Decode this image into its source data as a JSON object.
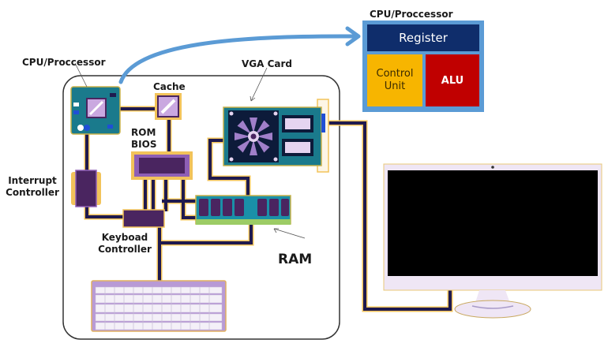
{
  "diagram": {
    "labels": {
      "cpu_left": "CPU/Proccessor",
      "cache": "Cache",
      "vga_card": "VGA Card",
      "rom_bios_line1": "ROM",
      "rom_bios_line2": "BIOS",
      "interrupt_line1": "Interrupt",
      "interrupt_line2": "Controller",
      "keyboard_line1": "Keyboad",
      "keyboard_line2": "Controller",
      "ram": "RAM"
    },
    "cpu_detail": {
      "title": "CPU/Proccessor",
      "register": "Register",
      "control_unit_line1": "Control",
      "control_unit_line2": "Unit",
      "alu": "ALU"
    },
    "colors": {
      "bus": "#1f1a4f",
      "bus_outline": "#f2c35a",
      "chip": "#4a2560",
      "chip_border": "#8e5fb5",
      "pins": "#f2c35a",
      "pcb": "#1a7a8c",
      "arrow": "#5b9bd5",
      "register": "#0f2d6b",
      "control_unit": "#f7b500",
      "alu": "#c00000",
      "monitor_screen": "#000000",
      "monitor_frame": "#efe6f5"
    },
    "icons": [
      "cpu-chip-icon",
      "cache-chip-icon",
      "rom-bios-chip-icon",
      "interrupt-controller-chip-icon",
      "keyboard-controller-chip-icon",
      "vga-card-icon",
      "fan-icon",
      "ram-module-icon",
      "keyboard-icon",
      "monitor-icon",
      "arrow-icon"
    ]
  }
}
